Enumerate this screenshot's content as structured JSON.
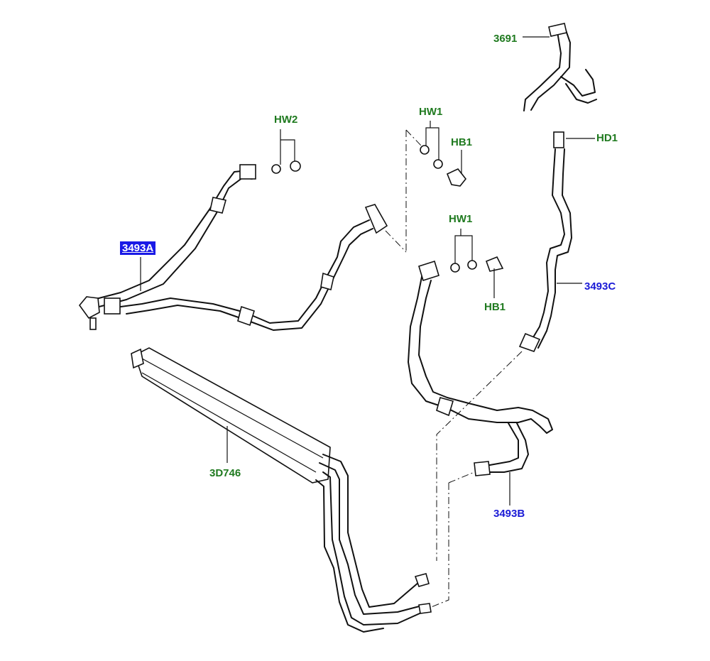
{
  "colors": {
    "part_label": "#1f7a1f",
    "link_label": "#1a1ad6",
    "selected_bg": "#1a1ae6"
  },
  "labels": {
    "p3691": "3691",
    "hw2": "HW2",
    "hw1_top": "HW1",
    "hb1_top": "HB1",
    "hd1": "HD1",
    "p3493a": "3493A",
    "hw1_mid": "HW1",
    "p3493c": "3493C",
    "hb1_mid": "HB1",
    "p3d746": "3D746",
    "p3493b": "3493B"
  }
}
